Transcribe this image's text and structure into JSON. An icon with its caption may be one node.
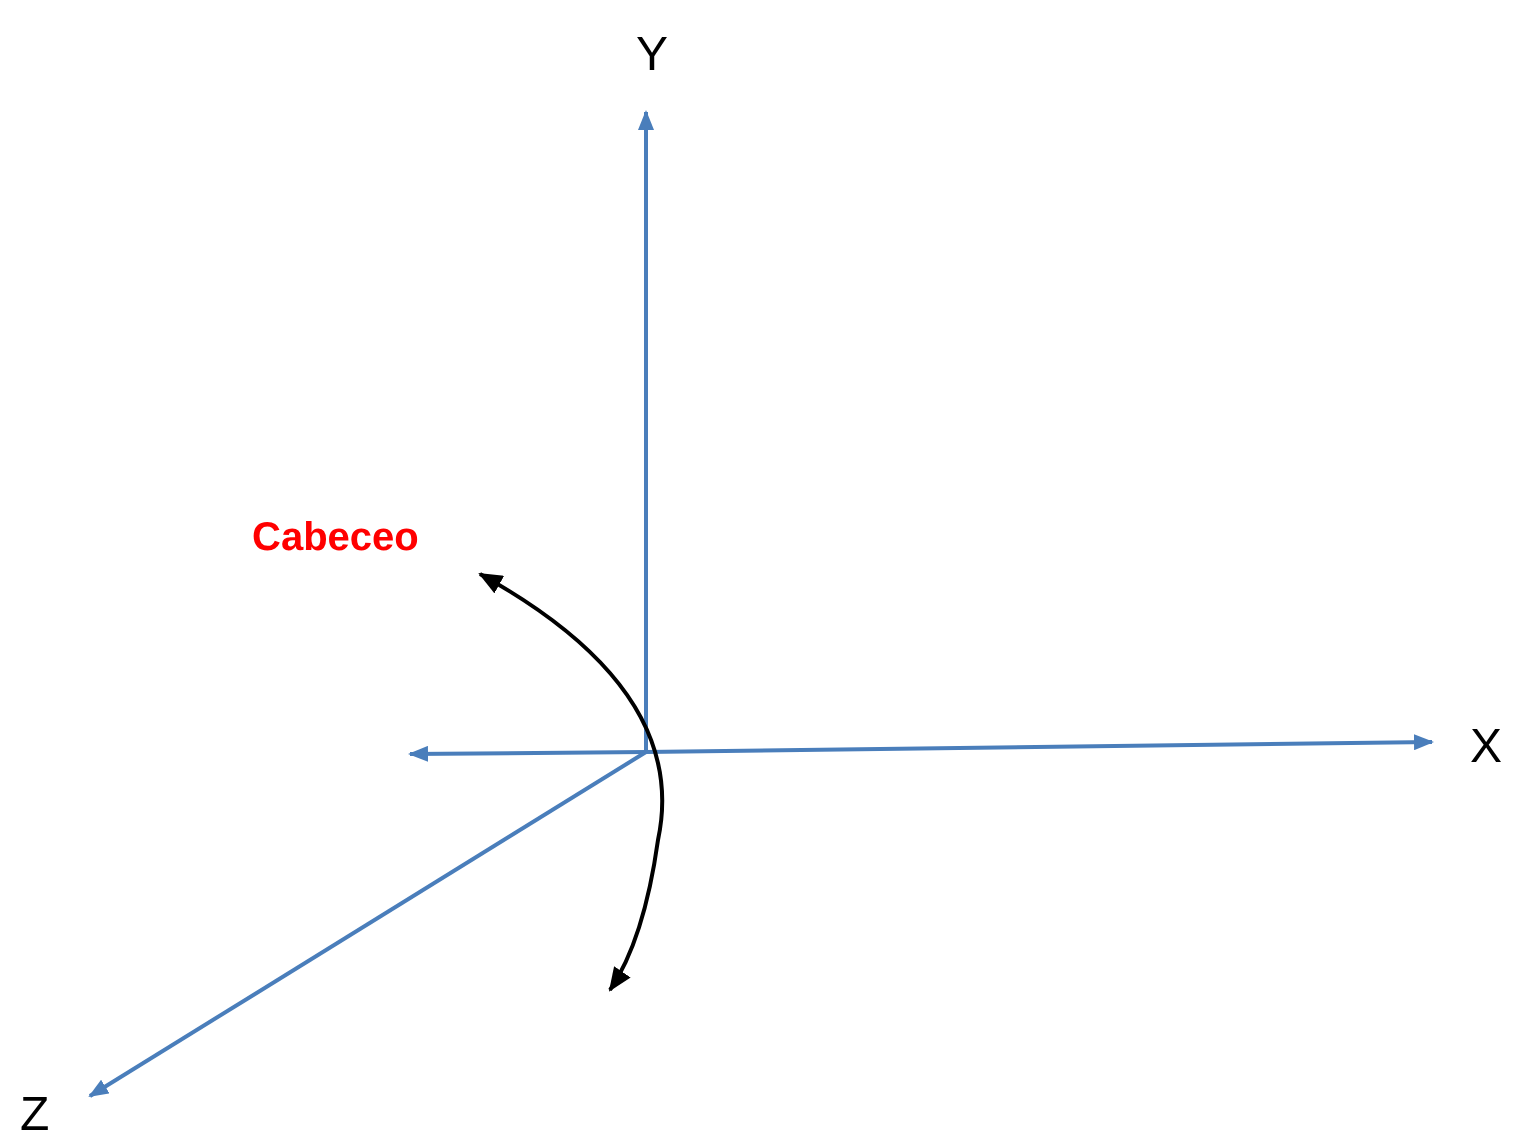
{
  "diagram": {
    "labels": [
      "Y",
      "Cabeceo",
      "X",
      "Z"
    ]
  }
}
